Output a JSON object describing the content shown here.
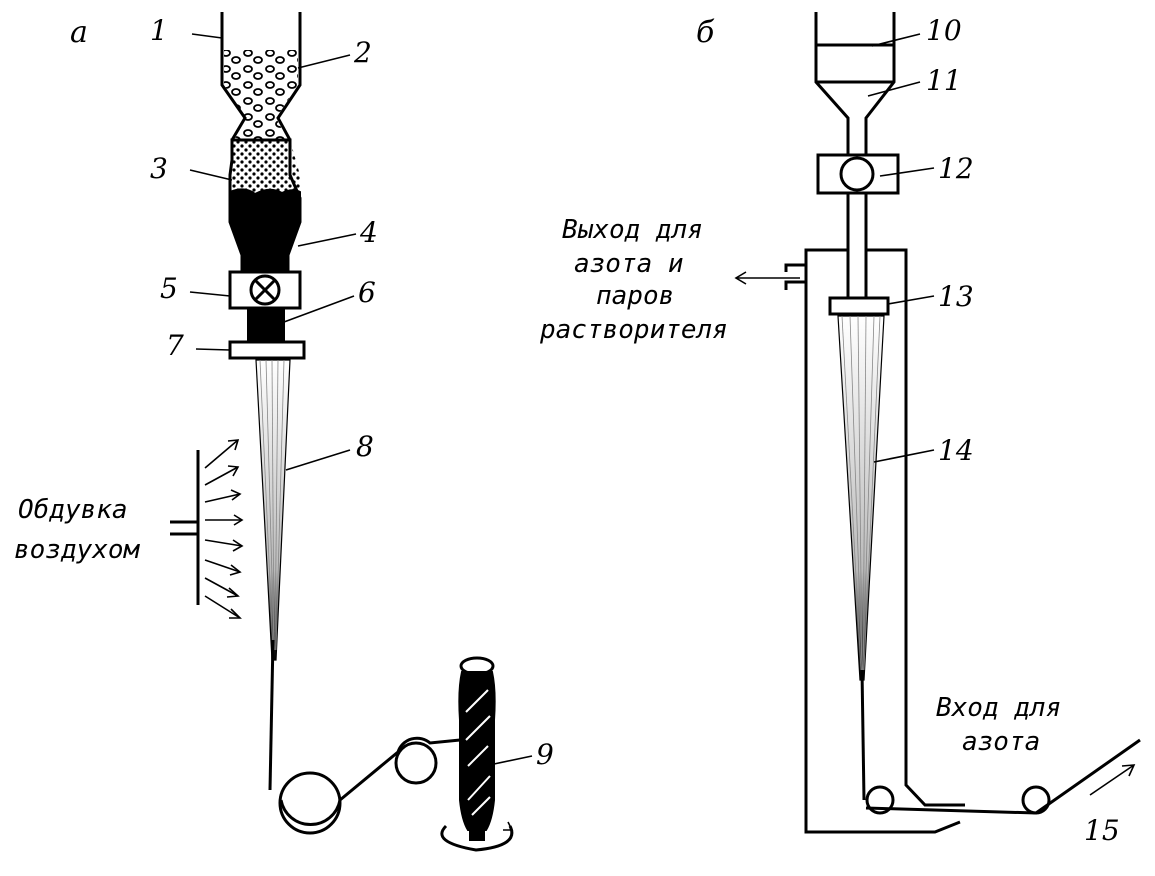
{
  "panels": {
    "a": "а",
    "b": "б"
  },
  "numbers": {
    "n1": "1",
    "n2": "2",
    "n3": "3",
    "n4": "4",
    "n5": "5",
    "n6": "6",
    "n7": "7",
    "n8": "8",
    "n9": "9",
    "n10": "10",
    "n11": "11",
    "n12": "12",
    "n13": "13",
    "n14": "14",
    "n15": "15"
  },
  "captions": {
    "air_line1": "Обдувка",
    "air_line2": "воздухом",
    "exit_line1": "Выход для",
    "exit_line2": "азота и",
    "exit_line3": "паров",
    "exit_line4": "растворителя",
    "inlet_line1": "Вход для",
    "inlet_line2": "азота"
  }
}
